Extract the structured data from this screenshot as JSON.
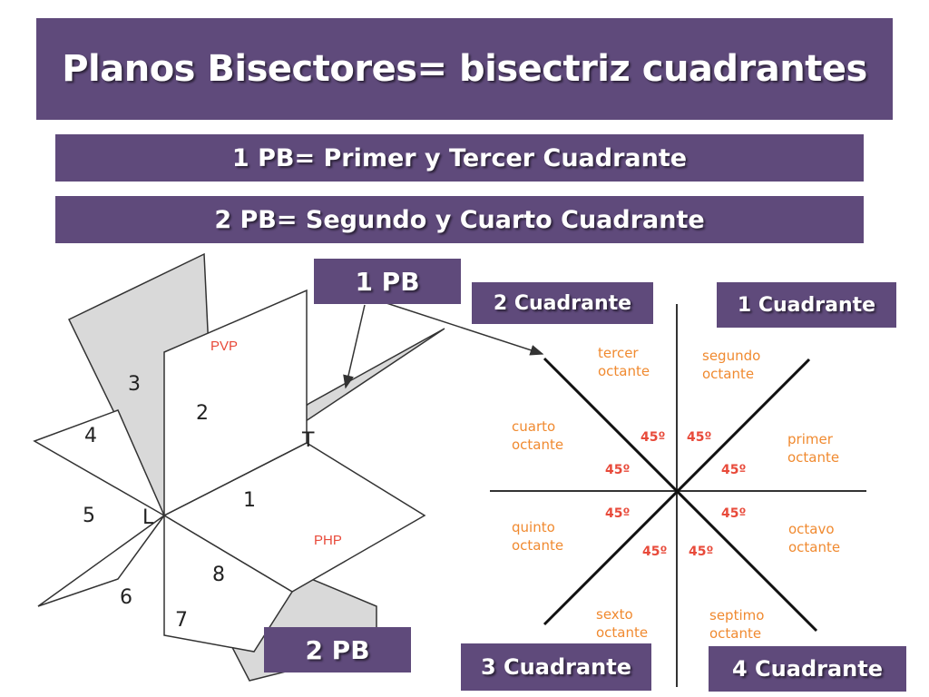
{
  "title": "Planos Bisectores= bisectriz cuadrantes",
  "subtitle_1": "1 PB= Primer y Tercer Cuadrante",
  "subtitle_2": "2 PB= Segundo y Cuarto Cuadrante",
  "tags": {
    "pb1": "1 PB",
    "pb2": "2 PB",
    "q1": "1 Cuadrante",
    "q2": "2 Cuadrante",
    "q3": "3 Cuadrante",
    "q4": "4 Cuadrante"
  },
  "planes_figure": {
    "pvp": "PVP",
    "php": "PHP",
    "axis_l": "L",
    "axis_t": "T",
    "regions": [
      "1",
      "2",
      "3",
      "4",
      "5",
      "6",
      "7",
      "8"
    ]
  },
  "octant_diagram": {
    "octants": [
      [
        "tercer",
        "octante"
      ],
      [
        "segundo",
        "octante"
      ],
      [
        "cuarto",
        "octante"
      ],
      [
        "primer",
        "octante"
      ],
      [
        "quinto",
        "octante"
      ],
      [
        "octavo",
        "octante"
      ],
      [
        "sexto",
        "octante"
      ],
      [
        "septimo",
        "octante"
      ]
    ],
    "angle_label": "45º"
  },
  "colors": {
    "banner": "#5f4a7b",
    "plane_gray": "#d9d9d9",
    "red_label": "#e84a3a",
    "orange_label": "#f08a30"
  }
}
